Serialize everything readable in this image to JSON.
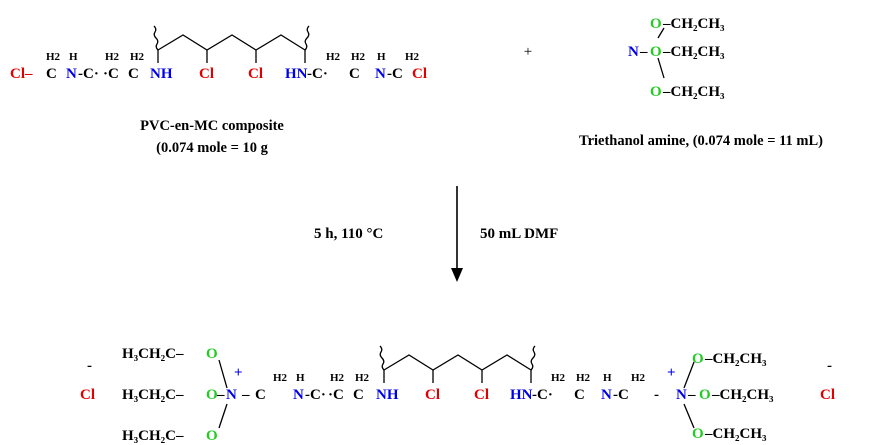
{
  "colors": {
    "chlorine": "#e00000",
    "nitrogen": "#0000e6",
    "oxygen": "#22cc22",
    "text": "#000000"
  },
  "atoms": {
    "Cl": "Cl",
    "N": "N",
    "NH": "NH",
    "HN": "HN",
    "O": "O",
    "H": "H",
    "H2": "H2",
    "C": "C",
    "C_dot": "·C",
    "dash_C": "-C",
    "dash_C_dot": "-C·",
    "Cl_dash": "Cl–",
    "dash": "-",
    "minus": "-",
    "plus": "+",
    "bond_dash": "–",
    "ethyl": "–CH2CH3",
    "ethyl_left": "H3CH2C–"
  },
  "reactant1": {
    "caption_line1": "PVC-en-MC composite",
    "caption_line2": "(0.074 mole = 10 g"
  },
  "plus_sign": "+",
  "reactant2": {
    "caption": "Triethanol amine, (0.074 mole = 11 mL)"
  },
  "conditions": {
    "left": "5 h, 110 °C",
    "right": "50 mL DMF"
  }
}
